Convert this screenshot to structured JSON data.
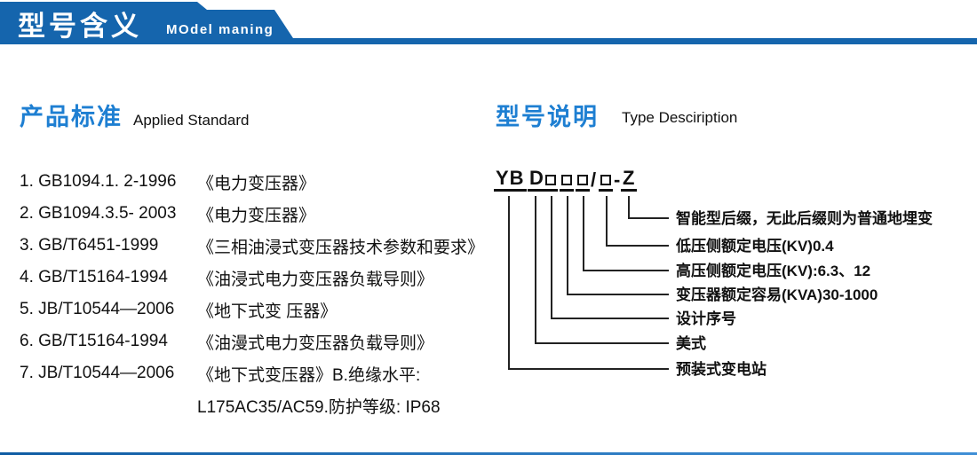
{
  "header": {
    "title_zh": "型号含义",
    "title_en": "MOdel maning"
  },
  "left_section": {
    "heading_zh": "产品标准",
    "heading_en": "Applied Standard",
    "items": [
      {
        "numcode": "1. GB1094.1. 2-1996",
        "title": "《电力变压器》"
      },
      {
        "numcode": "2. GB1094.3.5- 2003",
        "title": "《电力变压器》"
      },
      {
        "numcode": "3. GB/T6451-1999",
        "title": "《三相油浸式变压器技术参数和要求》"
      },
      {
        "numcode": "4. GB/T15164-1994",
        "title": "《油浸式电力变压器负载导则》"
      },
      {
        "numcode": "5. JB/T10544—2006",
        "title": "《地下式变 压器》"
      },
      {
        "numcode": "6. GB/T15164-1994",
        "title": "《油漫式电力变压器负载导则》"
      },
      {
        "numcode": "7. JB/T10544—2006",
        "title": "《地下式变压器》B.绝缘水平:"
      },
      {
        "numcode": "",
        "title": "L175AC35/AC59.防护等级: IP68"
      }
    ]
  },
  "right_section": {
    "heading_zh": "型号说明",
    "heading_en": "Type Desciription",
    "code": {
      "seg_yb": "YB",
      "seg_d": "D",
      "slash": "/",
      "dash": "-",
      "seg_z": "Z"
    },
    "annotations": [
      {
        "label": "智能型后缀，无此后缀则为普通地埋变"
      },
      {
        "label": "低压侧额定电压(KV)0.4"
      },
      {
        "label": "高压侧额定电压(KV):6.3、12"
      },
      {
        "label": "变压器额定容易(KVA)30-1000"
      },
      {
        "label": "设计序号"
      },
      {
        "label": "美式"
      },
      {
        "label": "预装式变电站"
      }
    ]
  },
  "colors": {
    "banner_blue": "#1565AD",
    "heading_blue": "#1E7FD2",
    "text_black": "#111111"
  }
}
